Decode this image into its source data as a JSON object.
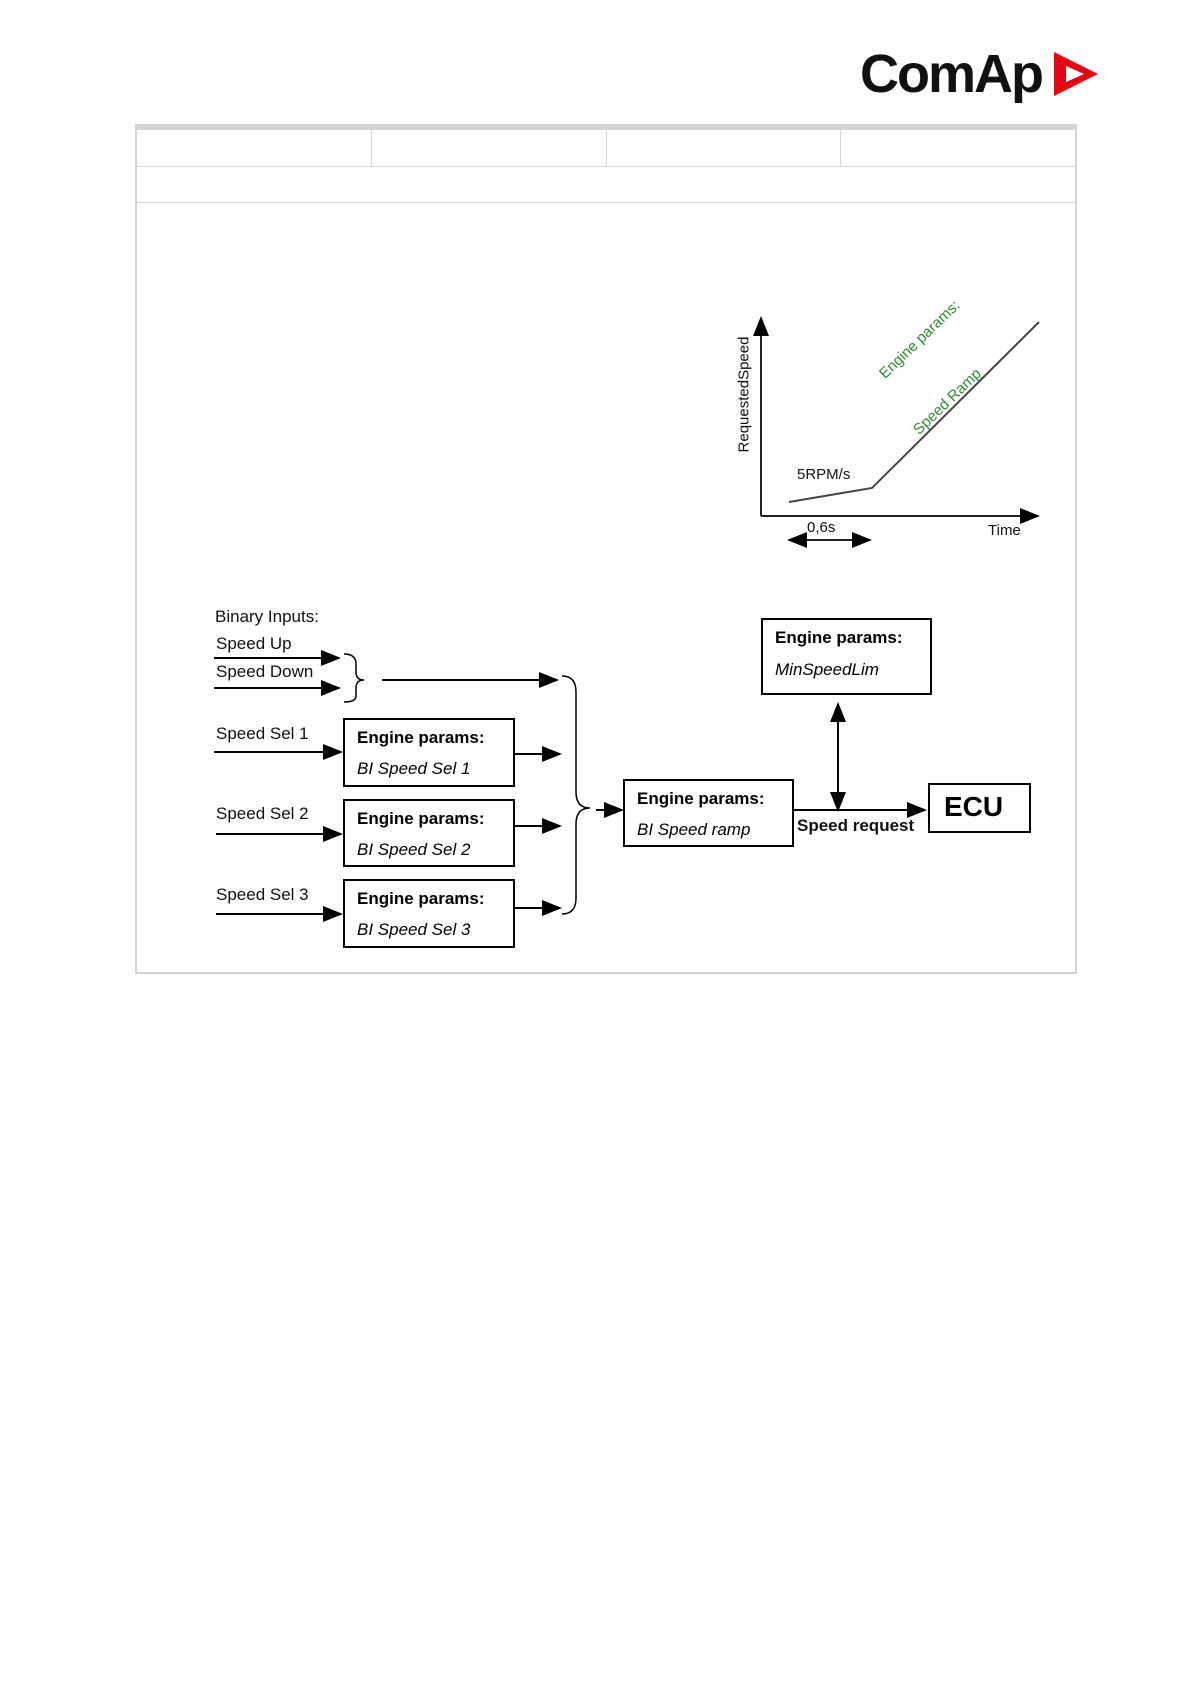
{
  "logo": {
    "text": "ComAp",
    "accent_color": "#e30613"
  },
  "ramp_graph": {
    "ylabel": "RequestedSpeed",
    "xlabel": "Time",
    "slope_label": "5RPM/s",
    "duration_label": "0,6s",
    "line_label_1": "Engine params:",
    "line_label_2": "Speed Ramp",
    "line_label_color": "#2e8b2e"
  },
  "inputs": {
    "heading": "Binary Inputs:",
    "speed_up": "Speed Up",
    "speed_down": "Speed Down",
    "sel1": "Speed Sel 1",
    "sel2": "Speed Sel 2",
    "sel3": "Speed Sel 3"
  },
  "boxes": {
    "sel1": {
      "title": "Engine params:",
      "param": "BI Speed Sel 1"
    },
    "sel2": {
      "title": "Engine params:",
      "param": "BI Speed Sel 2"
    },
    "sel3": {
      "title": "Engine params:",
      "param": "BI Speed Sel 3"
    },
    "ramp": {
      "title": "Engine params:",
      "param": "BI Speed ramp"
    },
    "minlim": {
      "title": "Engine params:",
      "param": "MinSpeedLim"
    },
    "ecu": {
      "title": "ECU"
    }
  },
  "speed_request_label": "Speed request"
}
